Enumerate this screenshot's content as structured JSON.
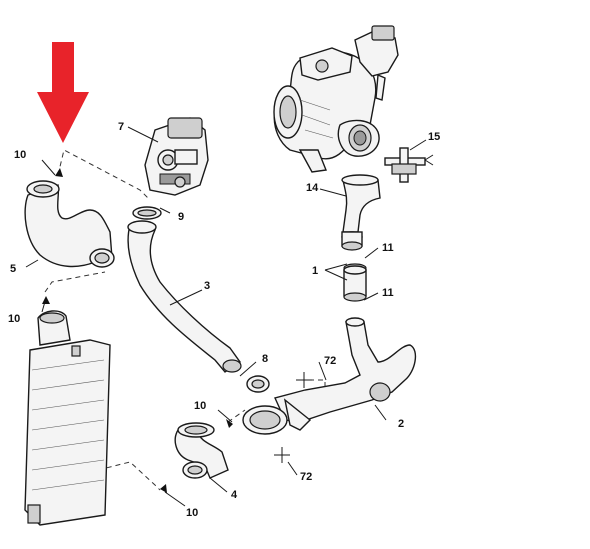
{
  "diagram": {
    "callouts": {
      "c1": "1",
      "c2": "2",
      "c3": "3",
      "c4": "4",
      "c5": "5",
      "c7": "7",
      "c8": "8",
      "c9": "9",
      "c10a": "10",
      "c10b": "10",
      "c10c": "10",
      "c10d": "10",
      "c11a": "11",
      "c11b": "11",
      "c14": "14",
      "c15": "15",
      "c72a": "72",
      "c72b": "72"
    },
    "colors": {
      "arrow": "#e8232a",
      "line": "#1a1a1a",
      "part_fill": "#f4f4f4"
    }
  }
}
